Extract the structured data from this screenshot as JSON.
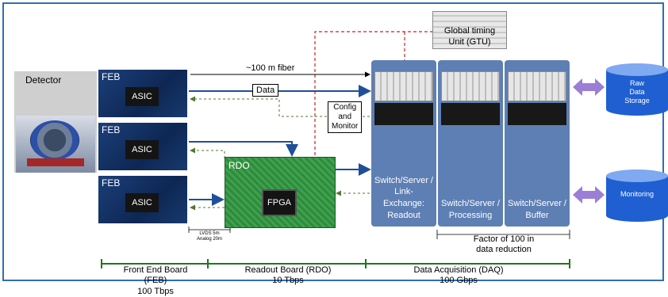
{
  "detector": {
    "label": "Detector"
  },
  "febs": [
    {
      "label": "FEB",
      "chip": "ASIC"
    },
    {
      "label": "FEB",
      "chip": "ASIC"
    },
    {
      "label": "FEB",
      "chip": "ASIC"
    }
  ],
  "rdo": {
    "label": "RDO",
    "chip": "FPGA"
  },
  "fiber_label": "~100 m fiber",
  "data_label": "Data",
  "config_label": "Config\nand\nMonitor",
  "lvds_label": "LVDS 5m\nAnalog 20m",
  "gtu": {
    "label": "Global timing\nUnit (GTU)"
  },
  "servers": [
    {
      "label": "Switch/Server /\nLink-\nExchange:\nReadout"
    },
    {
      "label": "Switch/Server /\nProcessing"
    },
    {
      "label": "Switch/Server /\nBuffer"
    }
  ],
  "storage": {
    "raw": "Raw\nData\nStorage",
    "monitoring": "Monitoring"
  },
  "reduction_label": "Factor of 100 in\ndata reduction",
  "bottom": [
    {
      "title": "Front End Board (FEB)",
      "rate": "100 Tbps"
    },
    {
      "title": "Readout Board (RDO)",
      "rate": "10 Tbps"
    },
    {
      "title": "Data Acquisition (DAQ)",
      "rate": "100 Gbps"
    }
  ],
  "colors": {
    "frame": "#2f6fb5",
    "server": "#5e7fb3",
    "arrow": "#1f4f99",
    "timing": "#cc2222",
    "monitor": "#557733",
    "storage": "#1f5fd1",
    "bracket": "#1a7a1a"
  }
}
